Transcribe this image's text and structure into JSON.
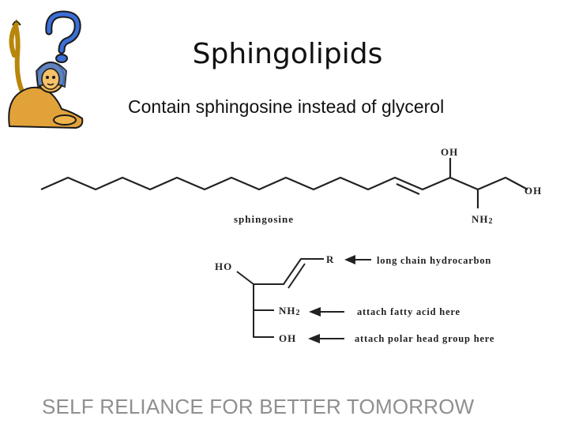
{
  "slide": {
    "title": "Sphingolipids",
    "subtitle": "Contain sphingosine instead of glycerol",
    "footer": "SELF RELIANCE FOR BETTER TOMORROW"
  },
  "structure": {
    "oh_top": "OH",
    "oh_right": "OH",
    "nh2_main": "NH",
    "nh2_main_sub": "2",
    "name_label": "sphingosine"
  },
  "schematic": {
    "ho": "HO",
    "r": "R",
    "nh2": "NH",
    "nh2_sub": "2",
    "oh": "OH",
    "annot_r": "long chain hydrocarbon",
    "annot_nh2": "attach fatty acid here",
    "annot_oh": "attach polar head group here"
  },
  "mascot": {
    "icon": "sphinx-question-mascot-icon"
  },
  "colors": {
    "footer": "#8f8f8f",
    "ink": "#222222"
  }
}
